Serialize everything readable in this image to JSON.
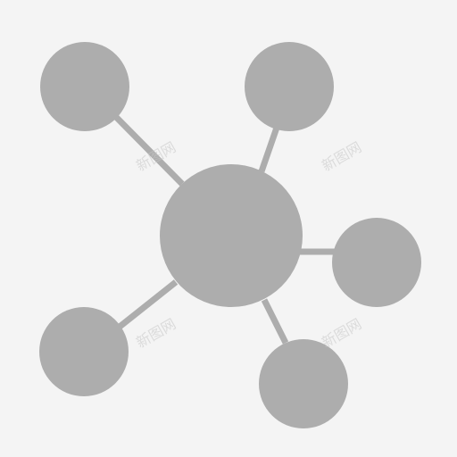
{
  "icon": {
    "name": "network-hub-icon",
    "fill_color": "#adadad",
    "background_color": "#f4f4f4"
  },
  "watermarks": [
    "新图网",
    "新图网",
    "新图网",
    "新图网"
  ]
}
